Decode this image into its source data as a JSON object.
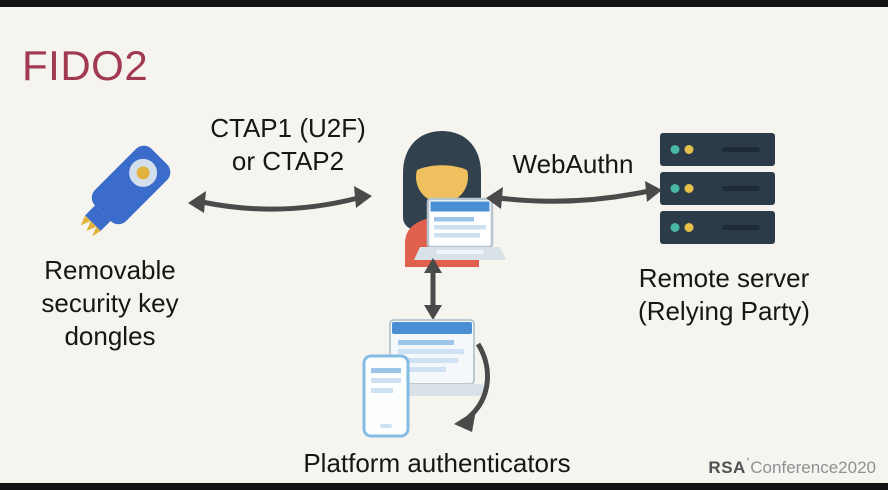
{
  "slide": {
    "title": "FIDO2"
  },
  "labels": {
    "ctap": {
      "line1": "CTAP1 (U2F)",
      "line2": "or CTAP2"
    },
    "webauthn": "WebAuthn",
    "removable": {
      "line1": "Removable",
      "line2": "security key",
      "line3": "dongles"
    },
    "remote": {
      "line1": "Remote server",
      "line2": "(Relying Party)"
    },
    "platform": "Platform authenticators"
  },
  "logo": {
    "brand": "RSA",
    "mark": "ʼ",
    "rest": "Conference2020"
  },
  "icons": {
    "security_key": "usb-security-key-icon",
    "user": "person-with-laptop-icon",
    "server": "server-rack-icon",
    "platform_authenticators": "laptop-and-phone-sync-icon",
    "arrow_key_user": "double-headed-arrow",
    "arrow_user_server": "double-headed-arrow",
    "arrow_user_platform": "double-headed-arrow"
  },
  "colors": {
    "background": "#f6f4ef",
    "letterbox": "#121212",
    "title": "#a13a50",
    "text": "#161616",
    "arrow": "#4a4a4a",
    "key_blue": "#3b6ccb",
    "key_gold": "#e2b33c",
    "hair": "#31414d",
    "skin": "#efc05e",
    "shirt": "#e2604e",
    "screen_blue": "#4a8ed3",
    "server_navy": "#2c3b49",
    "led_teal": "#49b8a5",
    "led_yellow": "#e5c04a"
  }
}
